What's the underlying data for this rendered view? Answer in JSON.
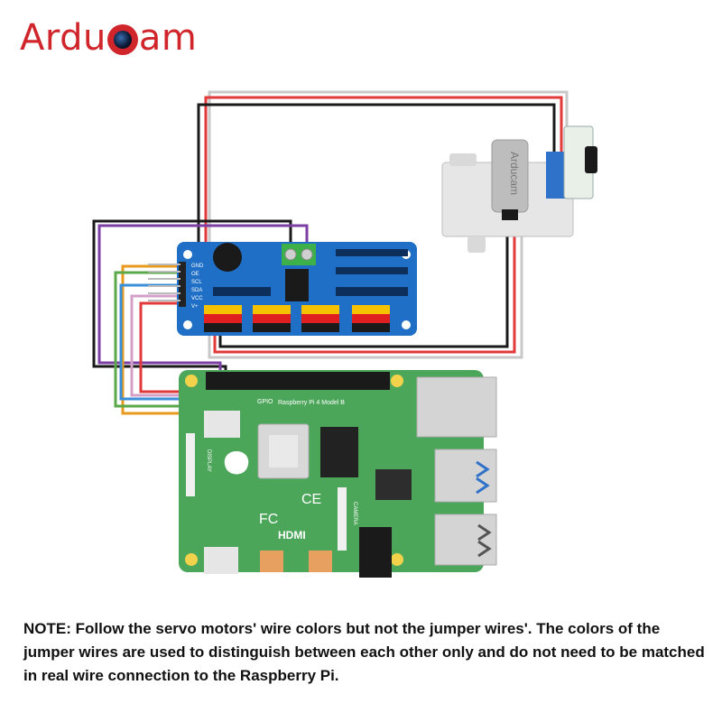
{
  "brand": {
    "logo_left": "Ardu",
    "logo_right": "am"
  },
  "board_labels": {
    "raspberry_pi": "Raspberry Pi 4 Model B",
    "gpio": "GPIO",
    "hdmi": "HDMI",
    "fc": "FC",
    "ce": "CE",
    "display": "DISPLAY",
    "camera": "CAMERA",
    "servo_brand": "Arducam",
    "pca_pins": [
      "GND",
      "OE",
      "SCL",
      "SDA",
      "VCC",
      "V+"
    ]
  },
  "colors": {
    "brand_red": "#d0252b",
    "pi_green": "#4ca65a",
    "pca_blue": "#1f6fc7",
    "wire_black": "#1a1a1a",
    "wire_red": "#e23a3a",
    "wire_grey": "#c8c8c8",
    "wire_purple": "#7b3fa5",
    "wire_orange": "#e89a1c",
    "wire_blue": "#3a8fd8",
    "wire_green": "#5aa84a"
  },
  "note": "NOTE: Follow the servo motors' wire colors but not the jumper wires'.  The colors of the jumper wires are used to distinguish between each other only and do not need to be matched in real wire connection to the Raspberry Pi."
}
